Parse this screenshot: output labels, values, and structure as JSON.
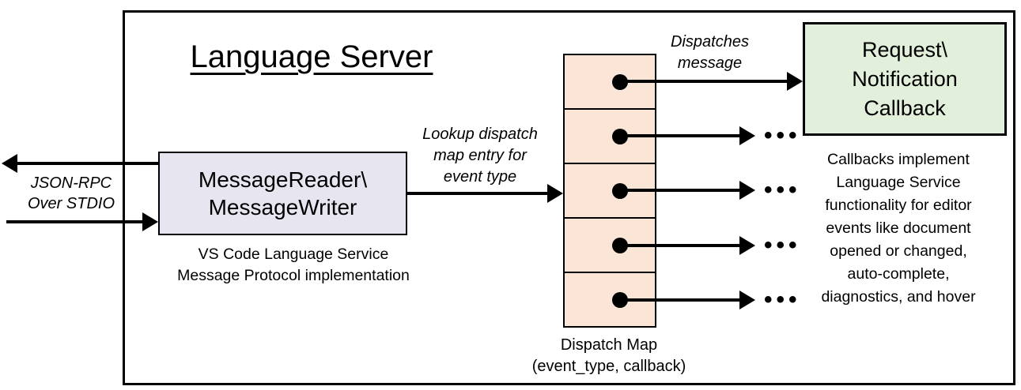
{
  "diagram": {
    "title": "Language Server",
    "message_box": {
      "line1": "MessageReader\\",
      "line2": "MessageWriter",
      "caption_line1": "VS Code Language Service",
      "caption_line2": "Message Protocol implementation",
      "fill": "#E7E6F0"
    },
    "left_channel": {
      "label_line1": "JSON-RPC",
      "label_line2": "Over STDIO"
    },
    "lookup_label": {
      "line1": "Lookup dispatch",
      "line2": "map entry for",
      "line3": "event type"
    },
    "dispatch_label": {
      "line1": "Dispatches",
      "line2": "message"
    },
    "dispatch_map": {
      "rows": 5,
      "fill": "#FBE5D6",
      "caption_line1": "Dispatch Map",
      "caption_line2": "(event_type, callback)"
    },
    "callback_box": {
      "line1": "Request\\",
      "line2": "Notification",
      "line3": "Callback",
      "fill": "#E2EFDA"
    },
    "callback_note": {
      "lines": [
        "Callbacks implement",
        "Language Service",
        "functionality for editor",
        "events like document",
        "opened or changed,",
        "auto-complete,",
        "diagnostics, and hover"
      ]
    },
    "ellipsis": "•••"
  }
}
